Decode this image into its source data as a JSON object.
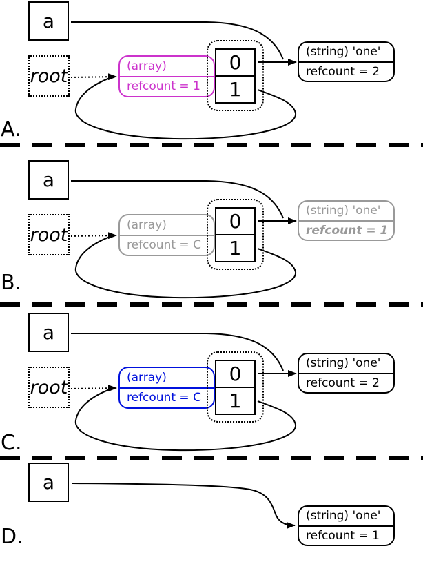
{
  "colors": {
    "magenta": "#cc33cc",
    "gray": "#999999",
    "blue": "#0011dd",
    "black": "#000000"
  },
  "panels": [
    {
      "label": "A.",
      "variable": "a",
      "root": "root",
      "array": {
        "type": "(array)",
        "refcount": "refcount = 1"
      },
      "cells": [
        "0",
        "1"
      ],
      "string": {
        "type": "(string) 'one'",
        "refcount": "refcount = 2"
      }
    },
    {
      "label": "B.",
      "variable": "a",
      "root": "root",
      "array": {
        "type": "(array)",
        "refcount": "refcount = C"
      },
      "cells": [
        "0",
        "1"
      ],
      "string": {
        "type": "(string) 'one'",
        "refcount": "refcount = 1"
      }
    },
    {
      "label": "C.",
      "variable": "a",
      "root": "root",
      "array": {
        "type": "(array)",
        "refcount": "refcount = C"
      },
      "cells": [
        "0",
        "1"
      ],
      "string": {
        "type": "(string) 'one'",
        "refcount": "refcount = 2"
      }
    },
    {
      "label": "D.",
      "variable": "a",
      "string": {
        "type": "(string) 'one'",
        "refcount": "refcount = 1"
      }
    }
  ]
}
